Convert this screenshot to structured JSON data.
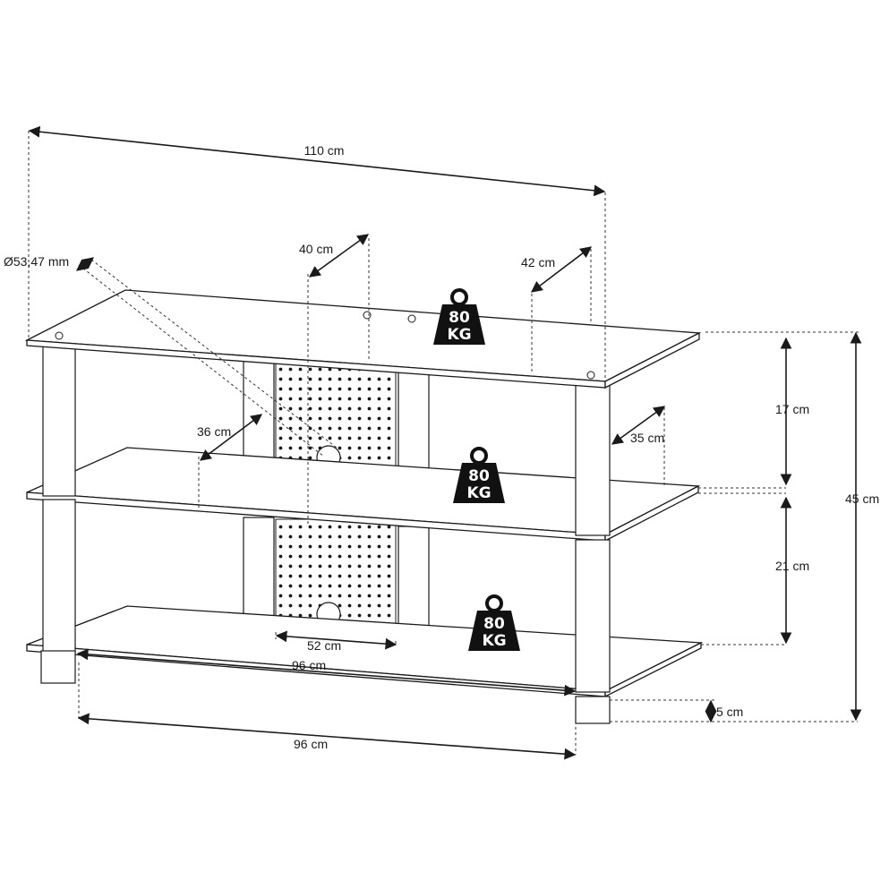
{
  "dimensions": {
    "width_top": "110 cm",
    "tube_diameter": "Ø53,47 mm",
    "depth_inner": "40 cm",
    "depth_top": "42 cm",
    "clearance_top": "17 cm",
    "clearance_bottom": "21 cm",
    "total_height": "45 cm",
    "depth_middle_left": "36 cm",
    "depth_middle_right": "35 cm",
    "panel_width": "52 cm",
    "inner_width_bottom": "96 cm",
    "foot_spacing": "96 cm",
    "foot_height": "5 cm"
  },
  "load": {
    "top": {
      "value": "80",
      "unit": "KG"
    },
    "middle": {
      "value": "80",
      "unit": "KG"
    },
    "bottom": {
      "value": "80",
      "unit": "KG"
    }
  },
  "colors": {
    "line": "#1a1a1a",
    "weight_icon": "#111111",
    "background": "#ffffff"
  }
}
